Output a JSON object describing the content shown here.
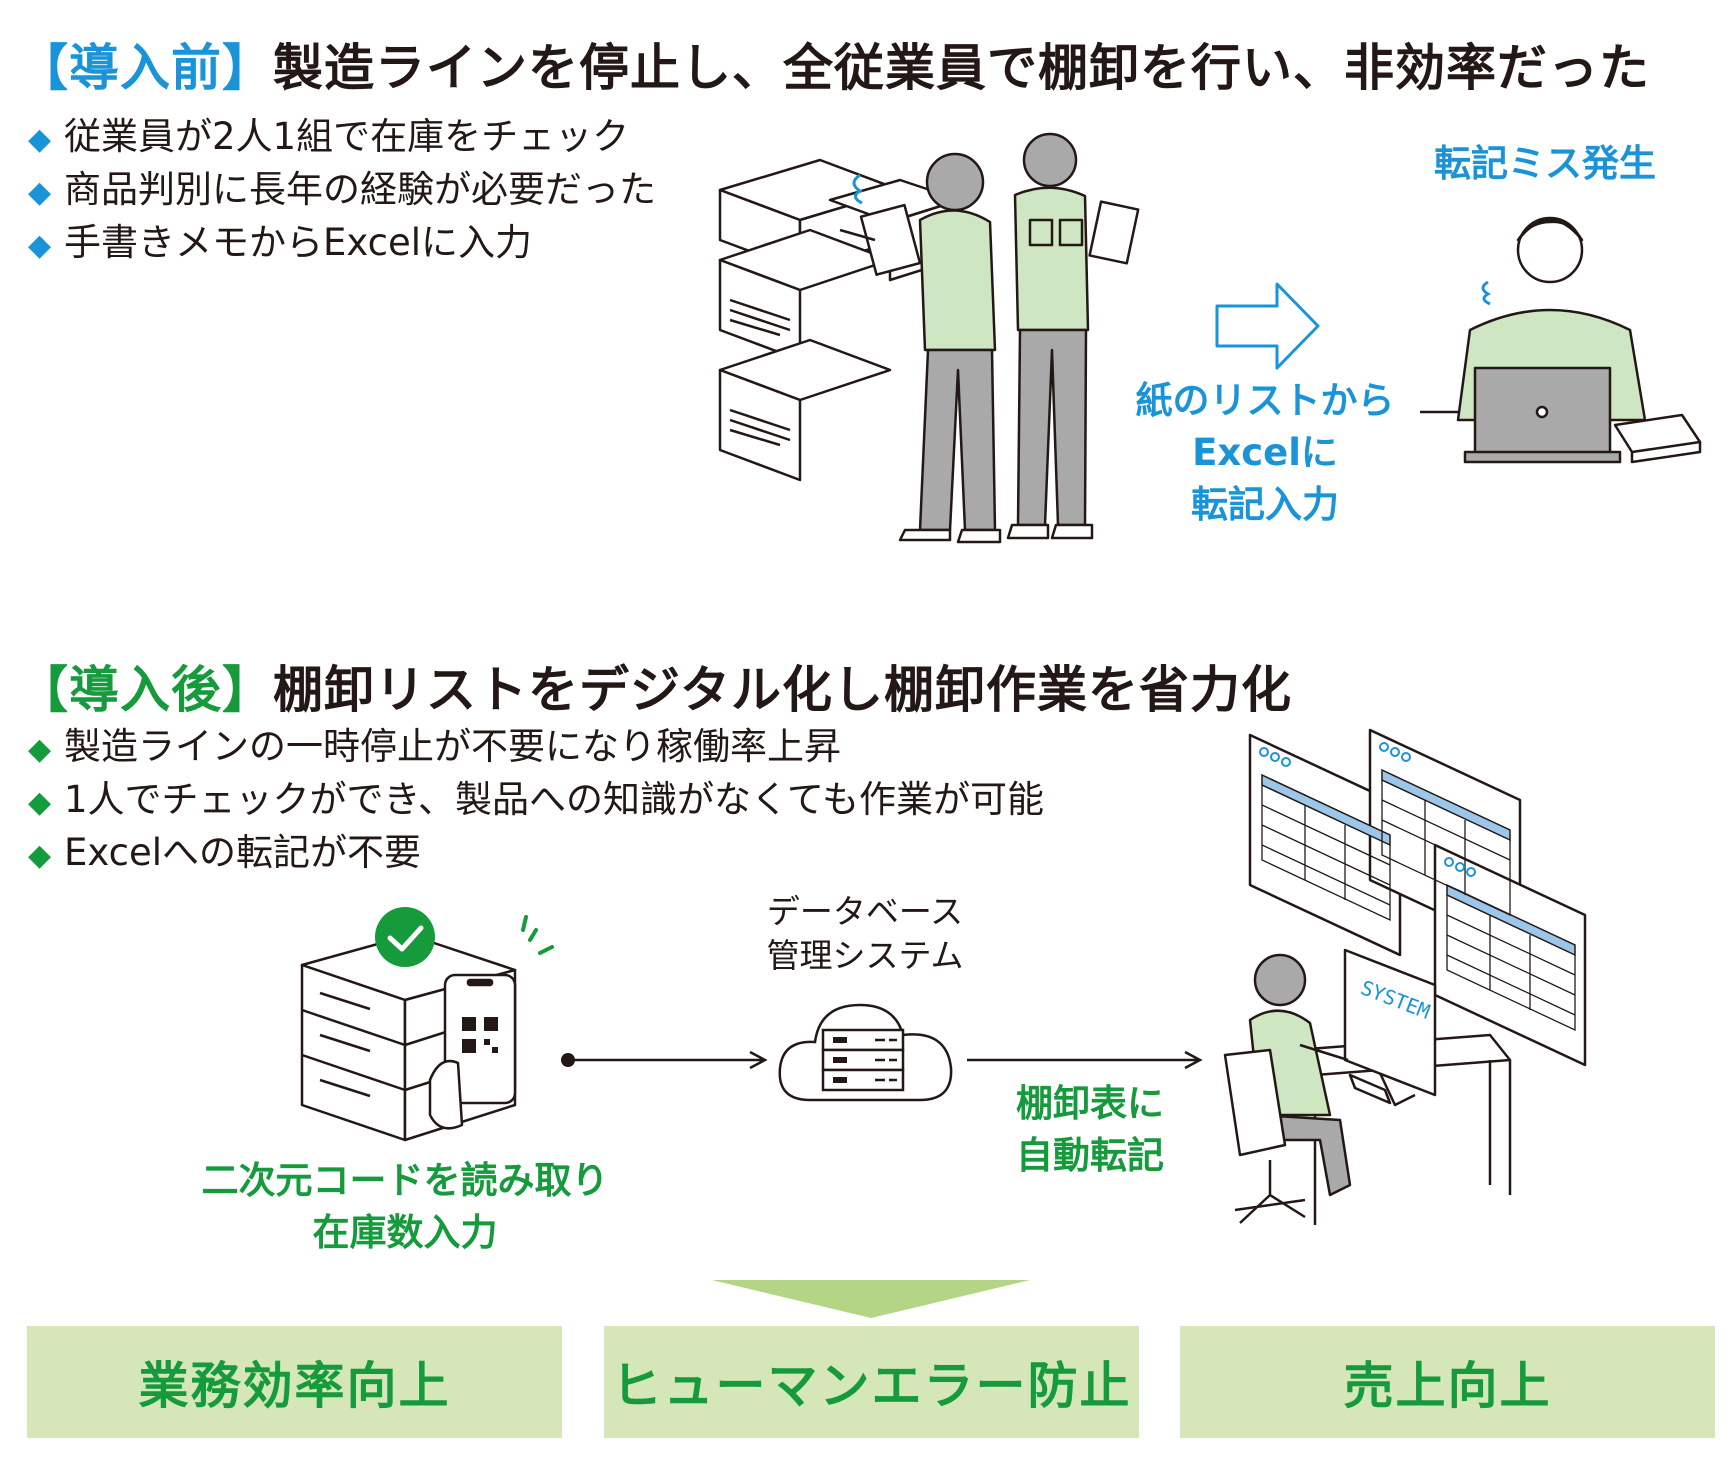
{
  "before": {
    "tag": "【導入前】",
    "title": "製造ラインを停止し、全従業員で棚卸を行い、非効率だった",
    "bullets": [
      "従業員が2人1組で在庫をチェック",
      "商品判別に長年の経験が必要だった",
      "手書きメモからExcelに入力"
    ],
    "error_label": "転記ミス発生",
    "arrow_label": [
      "紙のリストから",
      "Excelに",
      "転記入力"
    ]
  },
  "after": {
    "tag": "【導入後】",
    "title": "棚卸リストをデジタル化し棚卸作業を省力化",
    "bullets": [
      "製造ラインの一時停止が不要になり稼働率上昇",
      "1人でチェックができ、製品への知識がなくても作業が可能",
      "Excelへの転記が不要"
    ],
    "scan_label": [
      "二次元コードを読み取り",
      "在庫数入力"
    ],
    "db_label": [
      "データベース",
      "管理システム"
    ],
    "transfer_label": [
      "棚卸表に",
      "自動転記"
    ],
    "monitor_text": "SYSTEM"
  },
  "results": [
    "業務効率向上",
    "ヒューマンエラー防止",
    "売上向上"
  ],
  "colors": {
    "blue": "#1a94d8",
    "green": "#159a3c",
    "light_green_fill": "#d5e7b8",
    "shirt_green": "#cfe6c2",
    "pants_gray": "#a9a9a9",
    "table_blue": "#9cc7ea"
  }
}
